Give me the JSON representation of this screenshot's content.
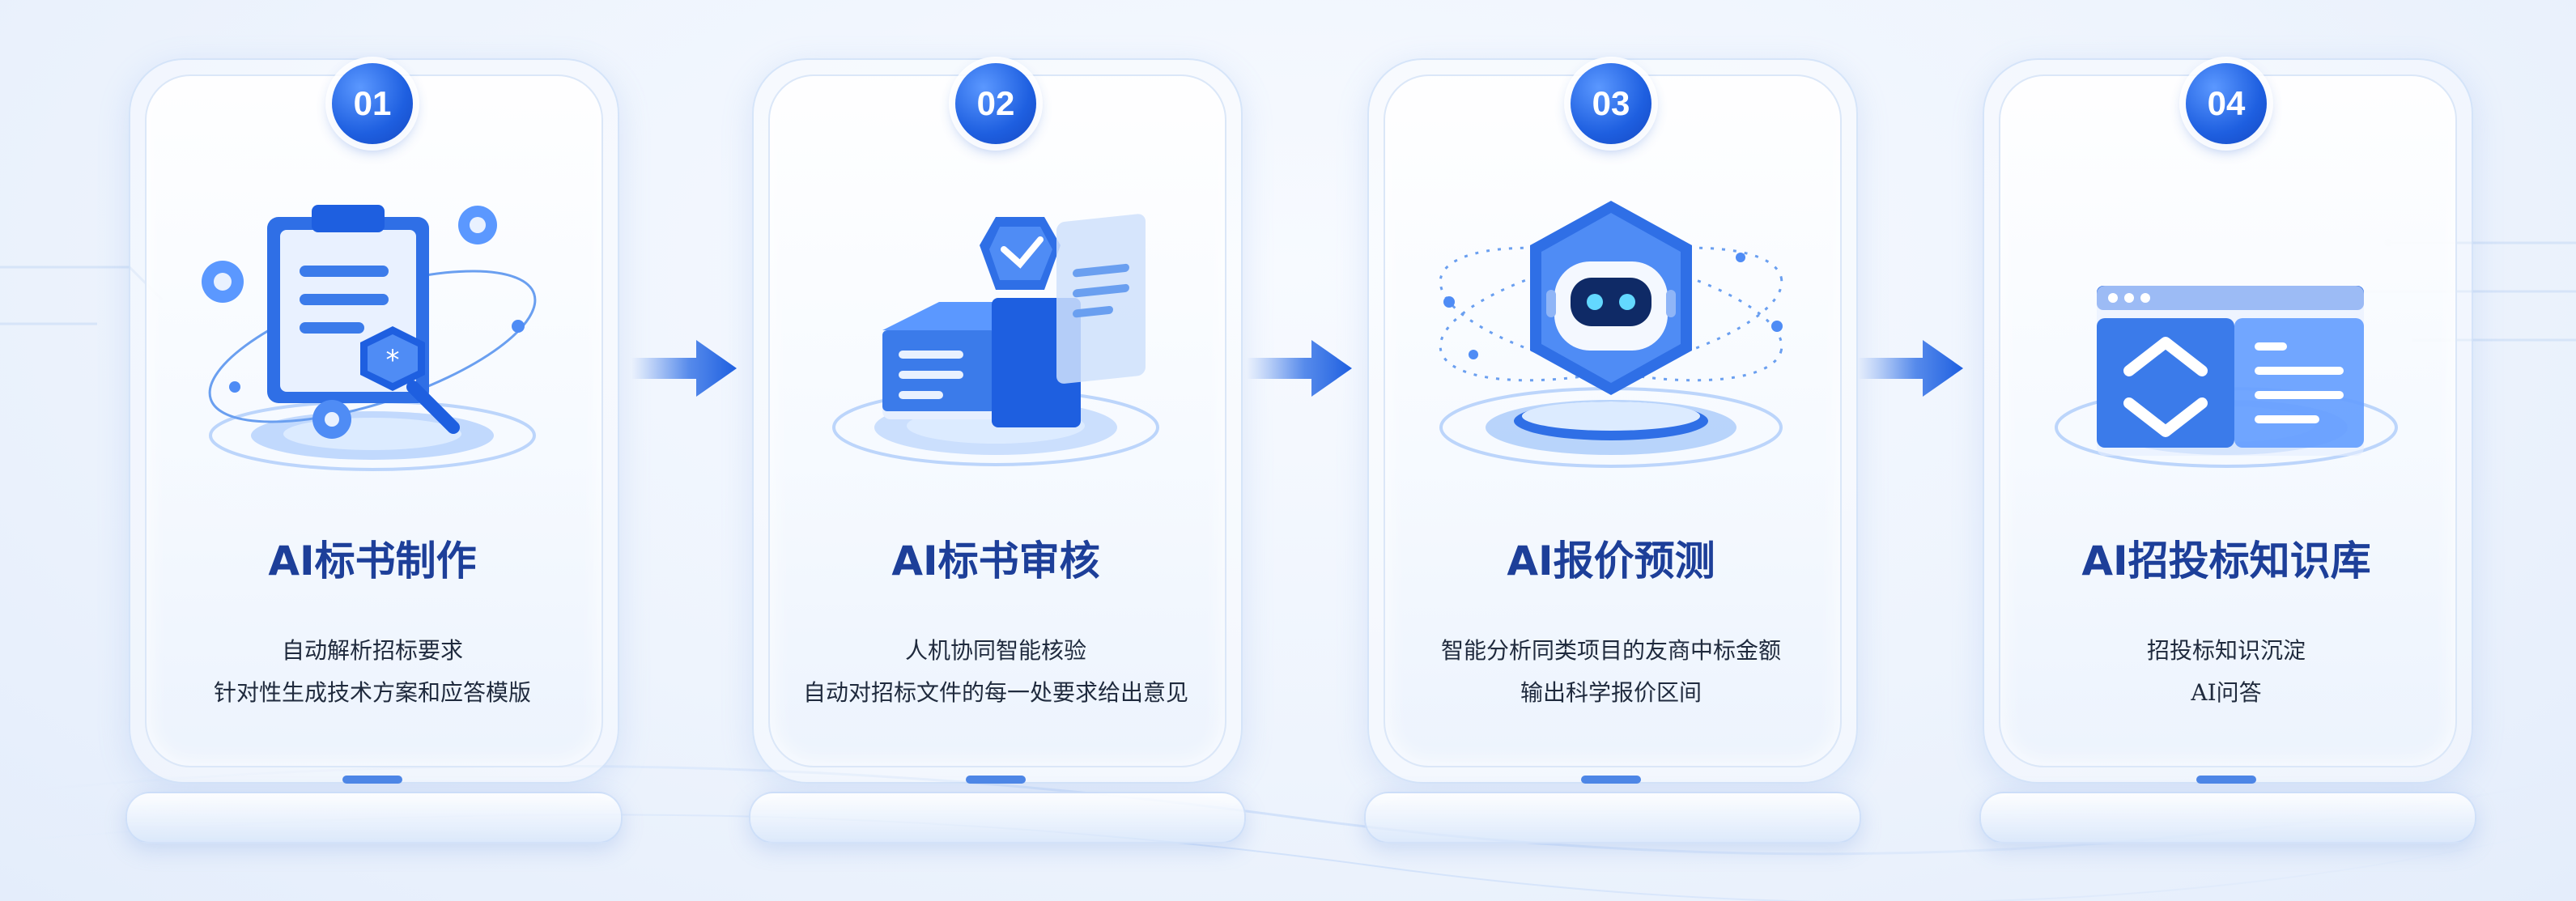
{
  "steps": [
    {
      "number": "01",
      "title": "AI标书制作",
      "lines": [
        "自动解析招标要求",
        "针对性生成技术方案和应答模版"
      ],
      "icon": "clipboard-scan-icon"
    },
    {
      "number": "02",
      "title": "AI标书审核",
      "lines": [
        "人机协同智能核验",
        "自动对招标文件的每一处要求给出意见"
      ],
      "icon": "document-review-icon"
    },
    {
      "number": "03",
      "title": "AI报价预测",
      "lines": [
        "智能分析同类项目的友商中标金额",
        "输出科学报价区间"
      ],
      "icon": "robot-icon"
    },
    {
      "number": "04",
      "title": "AI招投标知识库",
      "lines": [
        "招投标知识沉淀",
        "AI问答"
      ],
      "icon": "knowledge-window-icon"
    }
  ],
  "colors": {
    "accent": "#1e5fe0",
    "title": "#1d3f99",
    "text": "#1f2a3d"
  }
}
